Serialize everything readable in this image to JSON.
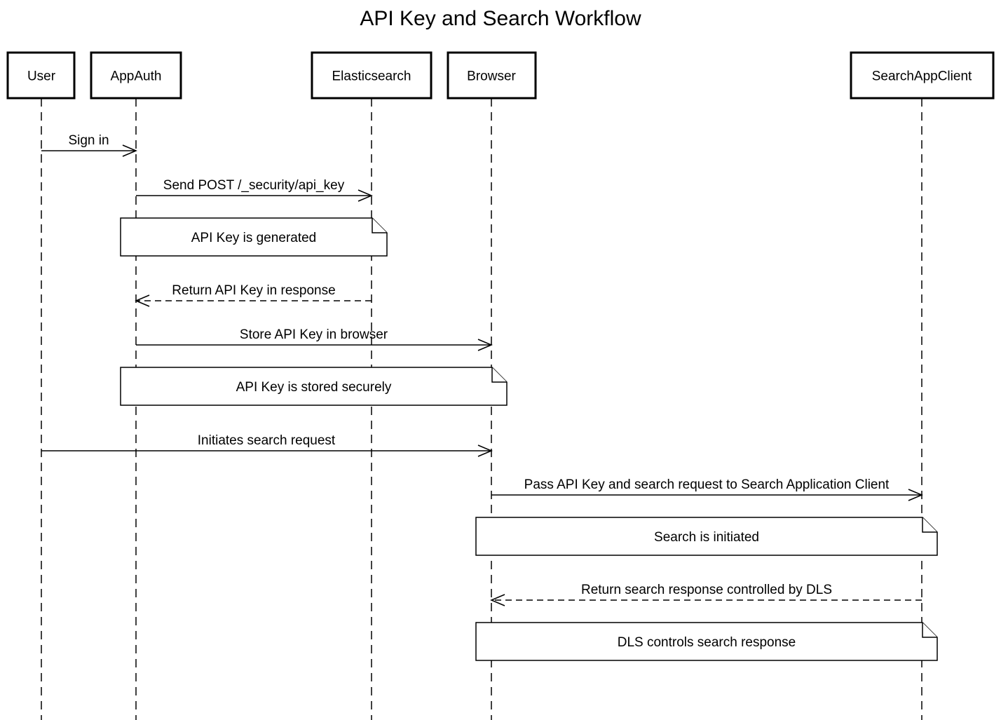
{
  "title": "API Key and Search Workflow",
  "participants": [
    {
      "id": "user",
      "label": "User"
    },
    {
      "id": "appauth",
      "label": "AppAuth"
    },
    {
      "id": "elasticsearch",
      "label": "Elasticsearch"
    },
    {
      "id": "browser",
      "label": "Browser"
    },
    {
      "id": "searchappclient",
      "label": "SearchAppClient"
    }
  ],
  "steps": [
    {
      "kind": "message",
      "from": "user",
      "to": "appauth",
      "label": "Sign in",
      "style": "solid"
    },
    {
      "kind": "message",
      "from": "appauth",
      "to": "elasticsearch",
      "label": "Send POST /_security/api_key",
      "style": "solid"
    },
    {
      "kind": "note",
      "from": "appauth",
      "to": "elasticsearch",
      "label": "API Key is generated"
    },
    {
      "kind": "message",
      "from": "elasticsearch",
      "to": "appauth",
      "label": "Return API Key in response",
      "style": "dashed"
    },
    {
      "kind": "message",
      "from": "appauth",
      "to": "browser",
      "label": "Store API Key in browser",
      "style": "solid"
    },
    {
      "kind": "note",
      "from": "appauth",
      "to": "browser",
      "label": "API Key is stored securely"
    },
    {
      "kind": "message",
      "from": "user",
      "to": "browser",
      "label": "Initiates search request",
      "style": "solid"
    },
    {
      "kind": "message",
      "from": "browser",
      "to": "searchappclient",
      "label": "Pass API Key and search request to Search Application Client",
      "style": "solid"
    },
    {
      "kind": "note",
      "from": "browser",
      "to": "searchappclient",
      "label": "Search is initiated"
    },
    {
      "kind": "message",
      "from": "searchappclient",
      "to": "browser",
      "label": "Return search response controlled by DLS",
      "style": "dashed"
    },
    {
      "kind": "note",
      "from": "browser",
      "to": "searchappclient",
      "label": "DLS controls search response"
    }
  ]
}
